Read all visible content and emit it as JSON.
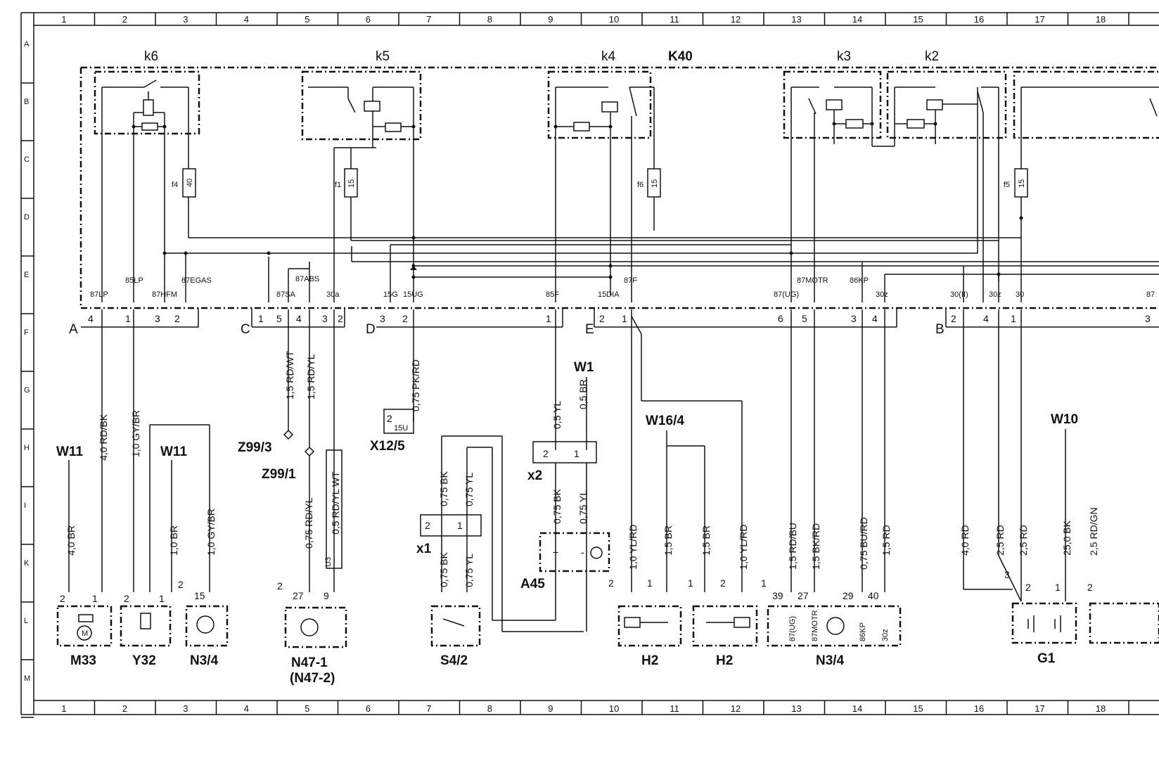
{
  "grid": {
    "columns": [
      "1",
      "2",
      "3",
      "4",
      "5",
      "6",
      "7",
      "8",
      "9",
      "10",
      "11",
      "12",
      "13",
      "14",
      "15",
      "16",
      "17",
      "18"
    ],
    "rows": [
      "A",
      "B",
      "C",
      "D",
      "E",
      "F",
      "G",
      "H",
      "I",
      "K",
      "L",
      "M"
    ]
  },
  "module": {
    "name": "K40"
  },
  "relays": {
    "k6": "k6",
    "k5": "k5",
    "k4": "k4",
    "k3": "k3",
    "k2": "k2"
  },
  "fuses": {
    "f4": {
      "name": "f4",
      "rating": "40"
    },
    "f1": {
      "name": "f1",
      "rating": "15"
    },
    "f6": {
      "name": "f6",
      "rating": "15"
    },
    "f5": {
      "name": "f5",
      "rating": "15"
    }
  },
  "pins": {
    "p87lp": "87LP",
    "p85lp": "85LP",
    "p87hfm": "87HFM",
    "p87egas": "87EGAS",
    "p87sa": "87SA",
    "p87abs": "87ABS",
    "p30a": "30a",
    "p15g": "15G",
    "p15ug": "15UG",
    "p85f": "85F",
    "p15dia": "15DIA",
    "p87f": "87F",
    "p87ug": "87(UG)",
    "p87motr": "87MOTR",
    "p86kp": "86KP",
    "p30z": "30z",
    "p30ii": "30(II)",
    "p30z2": "30z",
    "p30": "30",
    "p87edge": "87"
  },
  "connectors": {
    "A": {
      "label": "A",
      "pins": [
        "4",
        "1",
        "3",
        "2"
      ]
    },
    "C": {
      "label": "C",
      "pins": [
        "1",
        "5",
        "4",
        "3",
        "2"
      ]
    },
    "D": {
      "label": "D",
      "pins": [
        "3",
        "2",
        "1"
      ]
    },
    "E": {
      "label": "E",
      "pins": [
        "2",
        "1",
        "6",
        "5",
        "3",
        "4"
      ]
    },
    "B": {
      "label": "B",
      "pins": [
        "2",
        "4",
        "1",
        "3"
      ]
    }
  },
  "wires": {
    "w1": "4,0 RD/BK",
    "w2": "1,0 GY/BR",
    "w3": "1,5 RD/WT",
    "w4": "1,5 RD/YL",
    "w5": "0,75 PK/RD",
    "w6": "0,5 YL",
    "w7": "0,5 BR",
    "w8": "4,0 BR",
    "w9": "1,0 BR",
    "w10": "1,0 GY/BR",
    "w11": "0,75 RD/YL",
    "w12": "0,5 RD/YL WT",
    "w13": "0,75 BK",
    "w14": "0,75 YL",
    "w15": "0,75 BK",
    "w16": "0,75 YL",
    "w17": "0,75 BK",
    "w18": "0,75 YL",
    "w19": "1,0 YL/RD",
    "w20": "1,5 BR",
    "w21": "1,5 BR",
    "w22": "1,0 YL/RD",
    "w23": "1,5 RD/BU",
    "w24": "1,5 BK/RD",
    "w25": "0,75 BU/RD",
    "w26": "1,5 RD",
    "w27": "4,0 RD",
    "w28": "2,5 RD",
    "w29": "2,5 RD",
    "w30": "25,0 BK",
    "w31": "2,5 RD/GN"
  },
  "components": {
    "m33": "M33",
    "y32": "Y32",
    "n34a": "N3/4",
    "n471": "N47-1",
    "n472": "(N47-2)",
    "s42": "S4/2",
    "a45": "A45",
    "h2a": "H2",
    "h2b": "H2",
    "n34b": "N3/4",
    "g1": "G1",
    "w11a": "W11",
    "w11b": "W11",
    "w1": "W1",
    "w164": "W16/4",
    "w10": "W10",
    "z993": "Z99/3",
    "z991": "Z99/1",
    "x125": "X12/5",
    "x125pin": "15U",
    "x125num": "2",
    "x1": "x1",
    "x2": "x2",
    "u3": "U3"
  },
  "component_pins": {
    "m33_2": "2",
    "m33_1": "1",
    "y32_2": "2",
    "y32_1": "1",
    "y32_2b": "2",
    "n34_15": "15",
    "n47_2": "2",
    "n47_27": "27",
    "n47_9": "9",
    "x1_2": "2",
    "x1_1": "1",
    "x2_2": "2",
    "x2_1": "1",
    "a45_plus": "+",
    "a45_minus": "-",
    "h2a_2": "2",
    "h2a_1": "1",
    "h2b_1": "1",
    "h2b_2": "2",
    "n34b_1": "1",
    "n34b_39": "39",
    "n34b_27": "27",
    "n34b_29": "29",
    "n34b_40": "40",
    "n34b_in1": "87(UG)",
    "n34b_in2": "87MOTR",
    "n34b_in3": "86KP",
    "n34b_in4": "30z",
    "g1_3": "3",
    "g1_2": "2",
    "g1_1": "1",
    "g1_2b": "2"
  }
}
